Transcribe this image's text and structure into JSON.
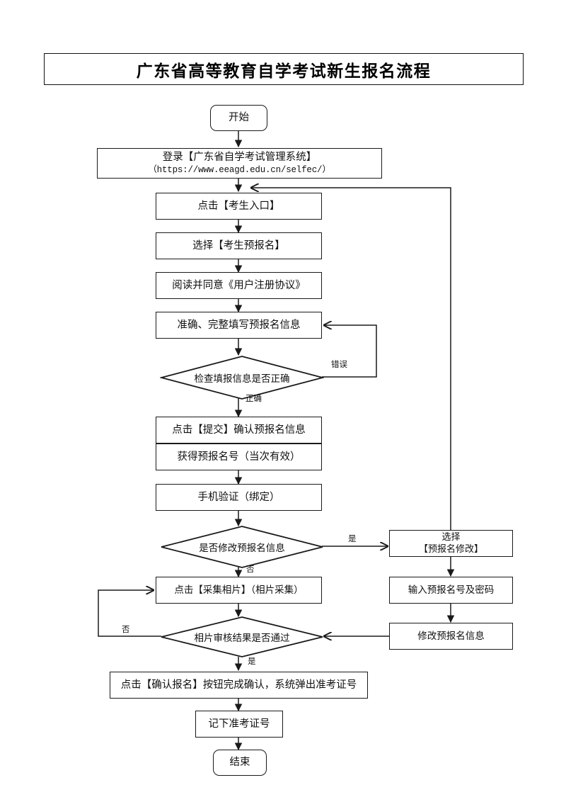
{
  "page": {
    "title": "广东省高等教育自学考试新生报名流程",
    "background_color": "#ffffff",
    "line_color": "#1a1a1a"
  },
  "nodes": {
    "start": {
      "label": "开始",
      "shape": "terminator"
    },
    "login": {
      "label": "登录【广东省自学考试管理系统】",
      "url": "（https://www.eeagd.edu.cn/selfec/）",
      "shape": "process"
    },
    "entry": {
      "label": "点击【考生入口】",
      "shape": "process"
    },
    "pre_register": {
      "label": "选择【考生预报名】",
      "shape": "process"
    },
    "agreement": {
      "label": "阅读并同意《用户注册协议》",
      "shape": "process"
    },
    "fill_info": {
      "label": "准确、完整填写预报名信息",
      "shape": "process"
    },
    "check_info": {
      "label": "检查填报信息是否正确",
      "shape": "decision"
    },
    "submit": {
      "label": "点击【提交】确认预报名信息",
      "shape": "process"
    },
    "get_number": {
      "label": "获得预报名号（当次有效）",
      "shape": "process"
    },
    "phone_verify": {
      "label": "手机验证（绑定）",
      "shape": "process"
    },
    "modify_decision": {
      "label": "是否修改预报名信息",
      "shape": "decision"
    },
    "select_modify": {
      "label": "选择\n【预报名修改】",
      "shape": "process"
    },
    "input_number": {
      "label": "输入预报名号及密码",
      "shape": "process"
    },
    "modify_info": {
      "label": "修改预报名信息",
      "shape": "process"
    },
    "collect_photo": {
      "label": "点击【采集相片】（相片采集）",
      "shape": "process"
    },
    "photo_decision": {
      "label": "相片审核结果是否通过",
      "shape": "decision"
    },
    "confirm": {
      "label": "点击【确认报名】按钮完成确认，系统弹出准考证号",
      "shape": "process"
    },
    "record_number": {
      "label": "记下准考证号",
      "shape": "process"
    },
    "end": {
      "label": "结束",
      "shape": "terminator"
    }
  },
  "edge_labels": {
    "error": "错误",
    "correct": "正确",
    "yes_modify": "是",
    "no_modify": "否",
    "no_photo": "否",
    "yes_photo": "是"
  }
}
